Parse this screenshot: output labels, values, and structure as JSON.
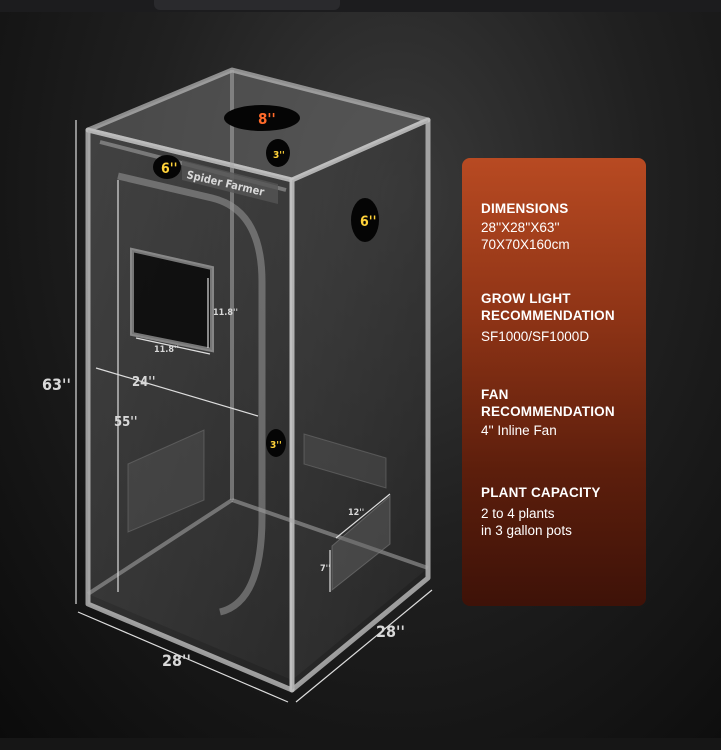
{
  "tent": {
    "brand": "Spider Farmer",
    "height_label": "63''",
    "inner_height_label": "55''",
    "door_width_label": "24''",
    "width_label": "28''",
    "depth_label": "28''",
    "window_width_label": "11.8''",
    "window_height_label": "11.8''",
    "top_port_large_label": "8''",
    "top_port_small_label": "3''",
    "front_port_label": "6''",
    "side_port_label": "6''",
    "inner_port_label": "3''",
    "vent_width_label": "12''",
    "vent_height_label": "7''",
    "colors": {
      "port_large_text": "#ff6a2a",
      "port_small_text": "#ffd23a"
    }
  },
  "specs": [
    {
      "title": "DIMENSIONS",
      "lines": [
        "28''X28''X63''",
        "70X70X160cm"
      ]
    },
    {
      "title": "GROW LIGHT RECOMMENDATION",
      "lines": [
        "SF1000/SF1000D"
      ]
    },
    {
      "title": "FAN RECOMMENDATION",
      "lines": [
        "4'' Inline Fan"
      ]
    },
    {
      "title": "PLANT CAPACITY",
      "lines": [
        "2 to 4 plants",
        "in 3 gallon pots"
      ]
    }
  ],
  "card_colors": {
    "top": "#b84a22",
    "bottom": "#3e1208"
  }
}
